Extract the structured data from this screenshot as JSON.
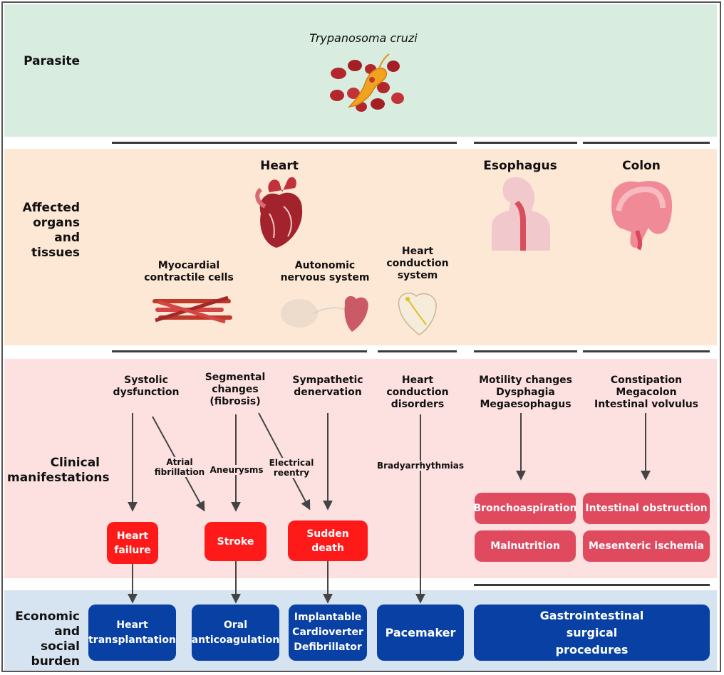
{
  "rows": {
    "parasite": "Parasite",
    "organs": "Affected organs and tissues",
    "clinical": "Clinical manifestations",
    "burden": "Economic and social burden"
  },
  "parasite": {
    "name": "Trypanosoma cruzi"
  },
  "organs": {
    "heart": "Heart",
    "esophagus": "Esophagus",
    "colon": "Colon",
    "myocardial": "Myocardial contractile cells",
    "autonomic": "Autonomic nervous system",
    "conduction": "Heart conduction system"
  },
  "manifestations": {
    "systolic": "Systolic dysfunction",
    "segmental": "Segmental changes (fibrosis)",
    "sympathetic": "Sympathetic denervation",
    "conduction": "Heart conduction disorders",
    "esophageal": [
      "Motility changes",
      "Dysphagia",
      "Megaesophagus"
    ],
    "colonic": [
      "Constipation",
      "Megacolon",
      "Intestinal volvulus"
    ],
    "atrial_fibrillation": "Atrial fibrillation",
    "aneurysms": "Aneurysms",
    "electrical_reentry": "Electrical reentry",
    "bradyarrhythmias": "Bradyarrhythmias",
    "heart_failure": "Heart failure",
    "stroke": "Stroke",
    "sudden_death": "Sudden death",
    "bronchoaspiration": "Bronchoaspiration",
    "malnutrition": "Malnutrition",
    "intestinal_obstruction": "Intestinal obstruction",
    "mesenteric_ischemia": "Mesenteric ischemia"
  },
  "burden": {
    "heart_transplantation": "Heart transplantation",
    "oral_anticoagulation": "Oral anticoagulation",
    "icd": "Implantable Cardioverter Defibrillator",
    "pacemaker": "Pacemaker",
    "gi_surgery": "Gastrointestinal surgical procedures"
  },
  "colors": {
    "parasite_band": "#d8ece0",
    "organ_band": "#fde7d5",
    "clinical_band": "#fde0e0",
    "burden_band": "#d6e3f1",
    "red_box": "#ff1a1a",
    "pink_box": "#e04a5f",
    "blue_box": "#0841a3"
  }
}
